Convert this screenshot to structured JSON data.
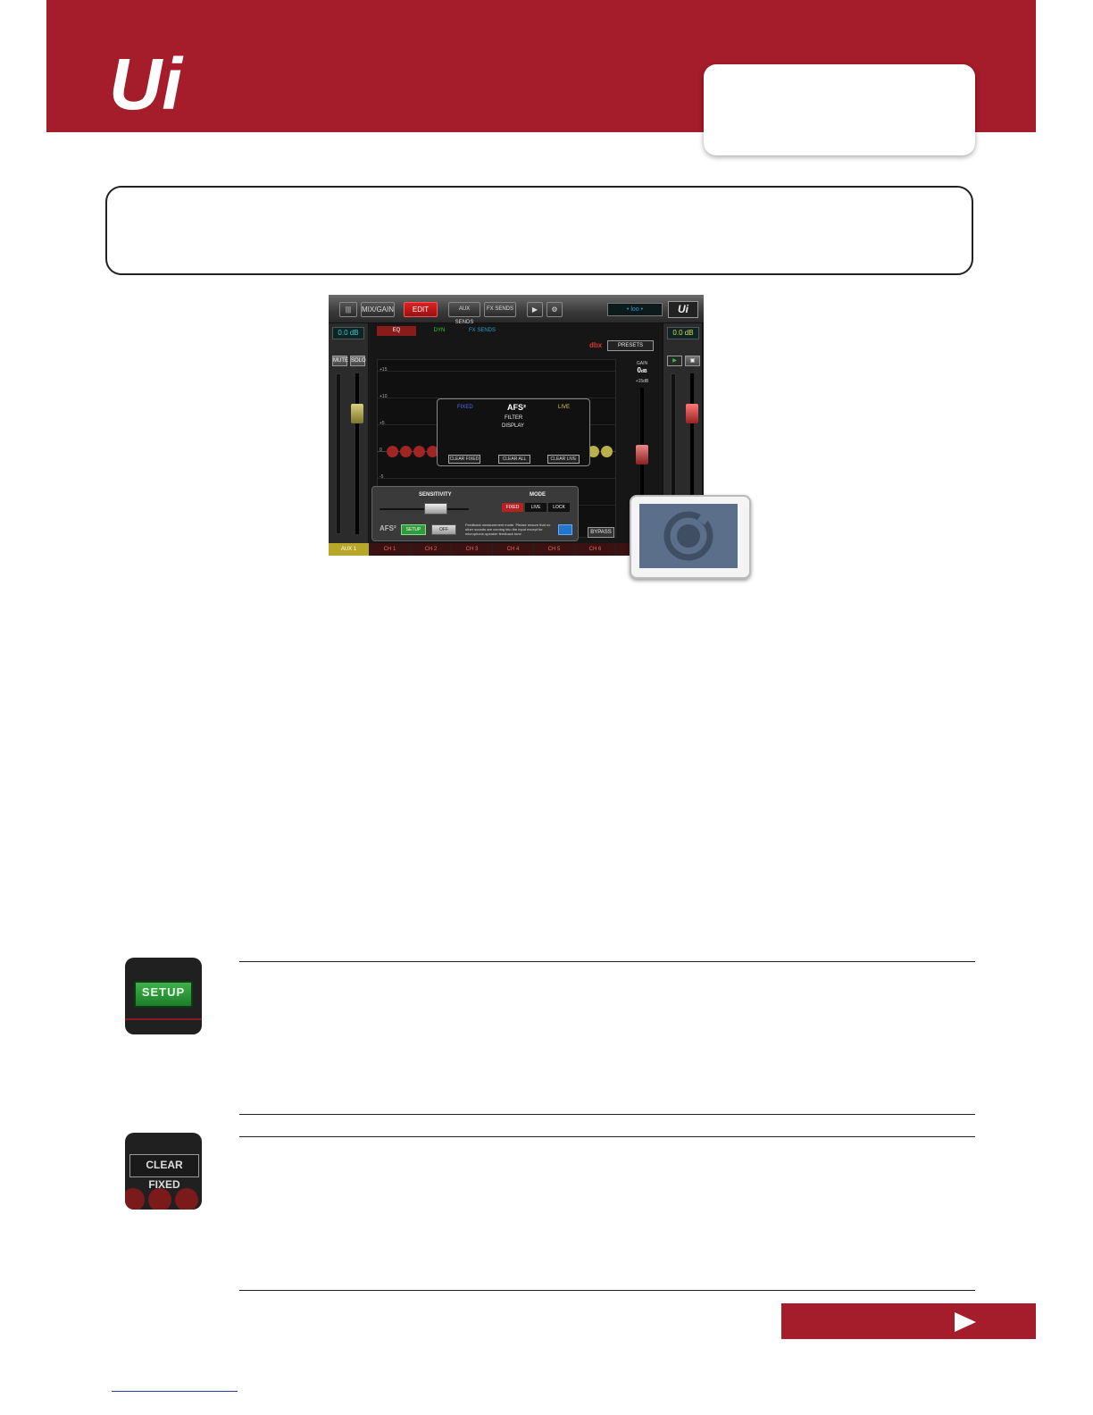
{
  "header": {
    "logo_text": "Ui"
  },
  "screenshot": {
    "topbar": {
      "mix_gain": "MIX/GAIN",
      "edit": "EDIT",
      "aux_sends": "AUX SENDS",
      "fx_sends": "FX SENDS",
      "lcd": "• loo •",
      "ui_logo": "Ui"
    },
    "left_strip": {
      "level": "0.0 dB",
      "mute": "MUTE",
      "solo": "SOLO",
      "name": "AUX 1"
    },
    "right_strip": {
      "level": "0.0 dB"
    },
    "subtabs": [
      "EQ",
      "DYN",
      "FX SENDS"
    ],
    "presets": "PRESETS",
    "brand": "dbx",
    "gain": {
      "label": "GAIN",
      "value": "0",
      "unit": "dB",
      "max": "+15dB"
    },
    "graph_yticks": [
      "+15",
      "+10",
      "+5",
      "0",
      "-5"
    ],
    "afs_popup": {
      "fixed": "FIXED",
      "live": "LIVE",
      "title": "AFS²",
      "subtitle1": "FILTER",
      "subtitle2": "DISPLAY",
      "clear_fixed": "CLEAR FIXED",
      "clear_all": "CLEAR ALL",
      "clear_live": "CLEAR LIVE"
    },
    "sens_popup": {
      "sensitivity": "SENSITIVITY",
      "mode": "MODE",
      "modes": [
        "FIXED",
        "LIVE",
        "LOCK"
      ],
      "afs_label": "AFS²",
      "setup": "SETUP",
      "off": "OFF",
      "note": "Feedback measurement mode. Please ensure that no other sounds are coming into the input except for microphone-speaker feedback tone.",
      "bypass": "BYPASS"
    },
    "channels": [
      "AUX 1",
      "CH 1",
      "CH 2",
      "CH 3",
      "CH 4",
      "CH 5",
      "CH 6"
    ]
  },
  "icons": {
    "setup_label": "SETUP",
    "clear_fixed_label": "CLEAR FIXED"
  },
  "colors": {
    "brand_red": "#a51c2a",
    "setup_green": "#2f9b3b",
    "fixed_blue": "#4a6cf0",
    "live_yellow": "#d9cd3a"
  }
}
